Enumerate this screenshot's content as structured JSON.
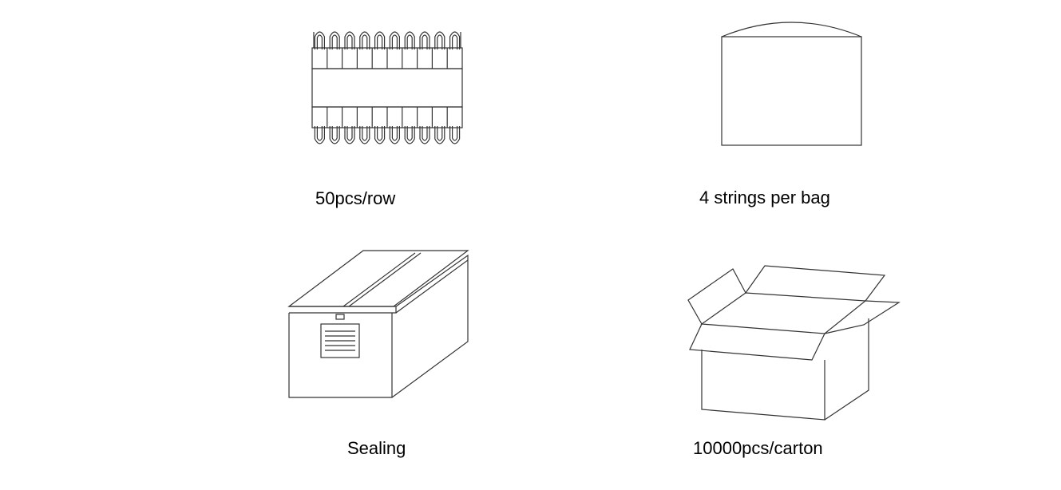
{
  "steps": [
    {
      "caption": "50pcs/row",
      "icon": "led-module-row-icon"
    },
    {
      "caption": "4 strings per bag",
      "icon": "bag-icon"
    },
    {
      "caption": "Sealing",
      "icon": "sealed-box-icon"
    },
    {
      "caption": "10000pcs/carton",
      "icon": "open-carton-icon"
    }
  ],
  "colors": {
    "line": "#333333",
    "background": "#ffffff"
  }
}
